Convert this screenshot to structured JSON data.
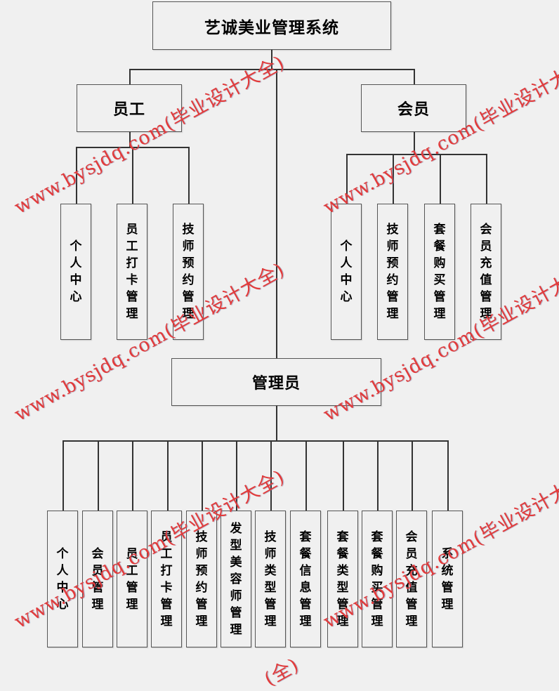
{
  "diagram": {
    "root": {
      "label": "艺诚美业管理系统"
    },
    "roles": [
      {
        "label": "员工",
        "children": [
          "个人中心",
          "员工打卡管理",
          "技师预约管理"
        ]
      },
      {
        "label": "会员",
        "children": [
          "个人中心",
          "技师预约管理",
          "套餐购买管理",
          "会员充值管理"
        ]
      },
      {
        "label": "管理员",
        "children": [
          "个人中心",
          "会员管理",
          "员工管理",
          "员工打卡管理",
          "技师预约管理",
          "发型美容师管理",
          "技师类型管理",
          "套餐信息管理",
          "套餐类型管理",
          "套餐购买管理",
          "会员充值管理",
          "系统管理"
        ]
      }
    ]
  },
  "watermark": {
    "text": "www.bysjdq.com(毕业设计大全)",
    "partial": "(全)",
    "color": "#e23a3a"
  },
  "colors": {
    "background": "#f0f0f0",
    "line": "#333333"
  }
}
